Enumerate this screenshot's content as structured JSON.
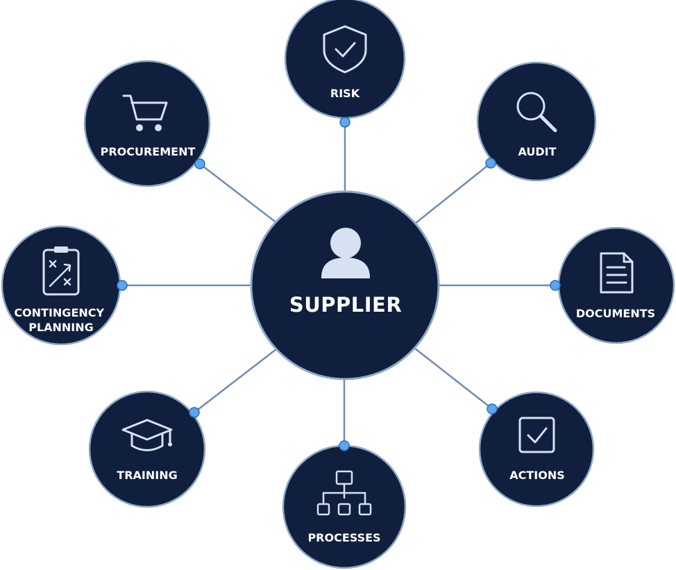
{
  "center": {
    "label": "SUPPLIER",
    "icon": "person-icon"
  },
  "nodes": [
    {
      "id": "risk",
      "lines": [
        "RISK"
      ],
      "icon": "shield-check-icon"
    },
    {
      "id": "audit",
      "lines": [
        "AUDIT"
      ],
      "icon": "magnifier-icon"
    },
    {
      "id": "documents",
      "lines": [
        "DOCUMENTS"
      ],
      "icon": "document-icon"
    },
    {
      "id": "actions",
      "lines": [
        "ACTIONS"
      ],
      "icon": "checkbox-icon"
    },
    {
      "id": "processes",
      "lines": [
        "PROCESSES"
      ],
      "icon": "hierarchy-icon"
    },
    {
      "id": "training",
      "lines": [
        "TRAINING"
      ],
      "icon": "graduation-cap-icon"
    },
    {
      "id": "contingency-planning",
      "lines": [
        "CONTINGENCY",
        "PLANNING"
      ],
      "icon": "strategy-clipboard-icon"
    },
    {
      "id": "procurement",
      "lines": [
        "PROCUREMENT"
      ],
      "icon": "shopping-cart-icon"
    }
  ],
  "colors": {
    "node_fill": "#0f1f3d",
    "ring": "#8fa8c8",
    "connector": "#6b8bb5",
    "dot": "#5aa6f0",
    "icon": "#d6e2f2",
    "text": "#ffffff"
  }
}
